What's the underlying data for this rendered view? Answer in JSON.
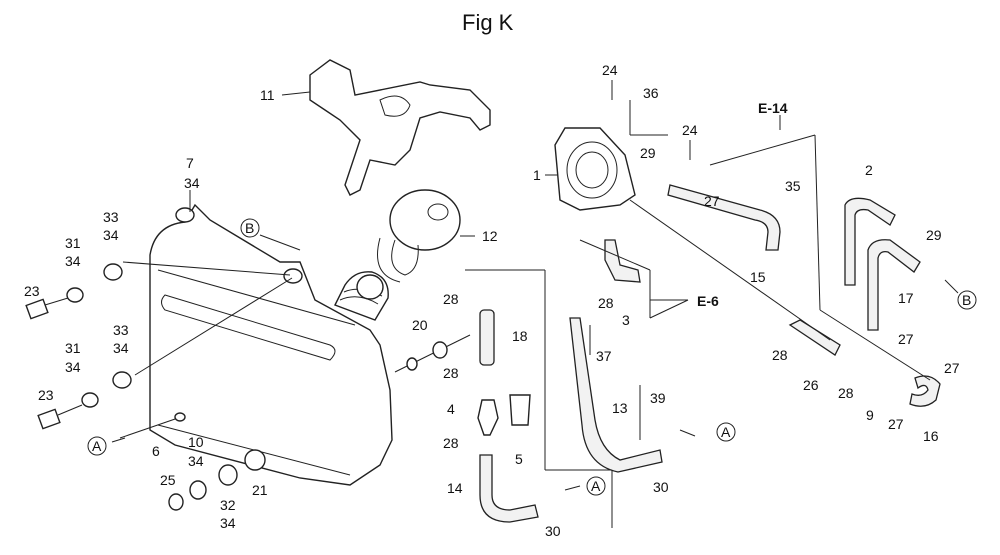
{
  "title": "Fig K",
  "refs": {
    "e14": "E-14",
    "e6": "E-6"
  },
  "circles": {
    "a": "A",
    "b": "B"
  },
  "callouts": {
    "n11": "11",
    "n7": "7",
    "n34a": "34",
    "n33a": "33",
    "n34b": "34",
    "n31a": "31",
    "n34c": "34",
    "n23a": "23",
    "n31b": "31",
    "n34d": "34",
    "n33b": "33",
    "n34e": "34",
    "n23b": "23",
    "n6": "6",
    "n10": "10",
    "n34f": "34",
    "n25": "25",
    "n32": "32",
    "n34g": "34",
    "n21": "21",
    "n12": "12",
    "n20": "20",
    "n28a": "28",
    "n18": "18",
    "n28b": "28",
    "n4": "4",
    "n5": "5",
    "n28c": "28",
    "n14": "14",
    "n30a": "30",
    "n24a": "24",
    "n36": "36",
    "n24b": "24",
    "n29a": "29",
    "n1": "1",
    "n28d": "28",
    "n3": "3",
    "n37": "37",
    "n13": "13",
    "n39": "39",
    "n30b": "30",
    "n27a": "27",
    "n35": "35",
    "n15": "15",
    "n2": "2",
    "n29b": "29",
    "n17": "17",
    "n27b": "27",
    "n28e": "28",
    "n26": "26",
    "n28f": "28",
    "n9": "9",
    "n27c": "27",
    "n27d": "27",
    "n16": "16"
  }
}
